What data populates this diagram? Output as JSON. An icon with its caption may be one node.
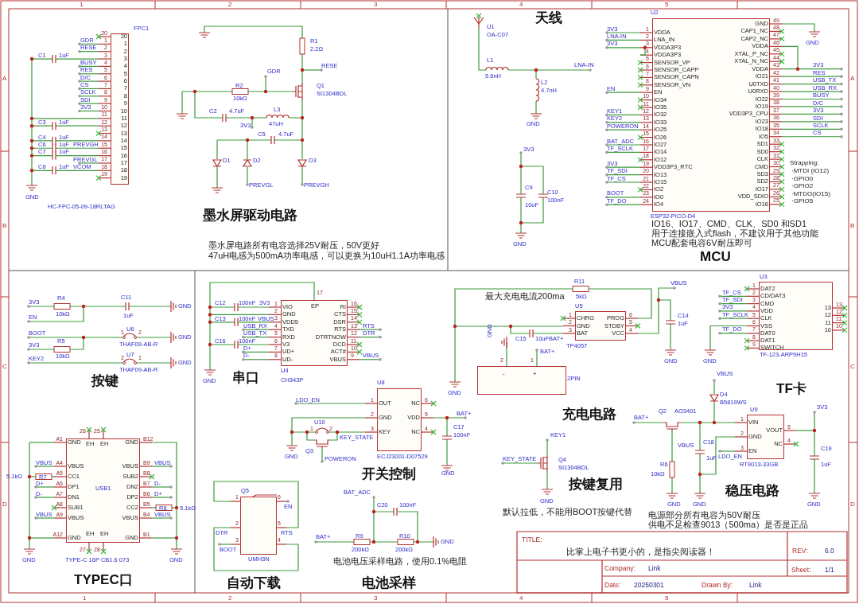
{
  "diagram": {
    "nodes": [
      {
        "text": [
          "FPC1",
          "20",
          "1",
          "2",
          "3",
          "4",
          "5",
          "6",
          "7",
          "8",
          "9",
          "10",
          "11",
          "12",
          "13",
          "14",
          "15",
          "16",
          "17",
          "18",
          "19",
          "HC-FPC-05-09-18RLTAG"
        ],
        "beside": [
          "20",
          "1",
          "2",
          "3",
          "4",
          "5",
          "6",
          "7",
          "8",
          "9",
          "10",
          "11",
          "12",
          "13",
          "14",
          "15",
          "16",
          "17",
          "18",
          "19"
        ]
      },
      {
        "text": [
          "U2",
          "VDDA",
          "LNA_IN",
          "VDDA3P3",
          "VDDA3P3",
          "SENSOR_VP",
          "SENSOR_CAPP",
          "SENSOR_CAPN",
          "SENSOR_VN",
          "EN",
          "IO34",
          "IO35",
          "IO32",
          "IO33",
          "IO25",
          "IO26",
          "IO27",
          "IO14",
          "IO12",
          "VDD3P3_RTC",
          "IO13",
          "IO15",
          "IO2",
          "IO0",
          "IO4",
          "GND",
          "CAP1_NC",
          "CAP2_NC",
          "VDDA",
          "XTAL_P_NC",
          "XTAL_N_NC",
          "VDDA",
          "IO21",
          "U0TXD",
          "U0RXD",
          "IO22",
          "IO19",
          "VDD3P3_CPU",
          "IO23",
          "IO18",
          "IO5",
          "SD1",
          "SD0",
          "CLK",
          "CMD",
          "SD3",
          "SD2",
          "IO17",
          "VDD_SDIO",
          "IO16",
          "ESP32-PICO-D4"
        ],
        "beside": [
          "1",
          "2",
          "3",
          "4",
          "5",
          "6",
          "7",
          "8",
          "9",
          "10",
          "11",
          "12",
          "13",
          "14",
          "15",
          "16",
          "17",
          "18",
          "19",
          "20",
          "21",
          "22",
          "23",
          "24",
          "49",
          "48",
          "47",
          "46",
          "45",
          "44",
          "43",
          "42",
          "41",
          "40",
          "39",
          "38",
          "37",
          "36",
          "35",
          "34",
          "33",
          "32",
          "31",
          "30",
          "29",
          "28",
          "27",
          "26",
          "25"
        ]
      },
      {
        "text": [
          "U4",
          "VIO",
          "GND",
          "VDD5",
          "TXD",
          "RXD",
          "V3",
          "UD+",
          "UD-",
          "RI",
          "CTS",
          "DSR",
          "RTS",
          "DTRTNOW",
          "DCD",
          "ACT#",
          "VBUS",
          "EP",
          "CH343P"
        ],
        "beside": [
          "1",
          "2",
          "3",
          "4",
          "5",
          "6",
          "7",
          "8",
          "16",
          "15",
          "14",
          "13",
          "12",
          "11",
          "10",
          "9",
          "17"
        ]
      },
      {
        "text": [
          "U8",
          "OUT",
          "GND",
          "KEY",
          "NC",
          "VDD",
          "NC",
          "1",
          "2",
          "3",
          "6",
          "5",
          "4",
          "ECJ23001-D07529"
        ]
      },
      {
        "text": [
          "USB1",
          "GND",
          "VBUS",
          "CC1",
          "DP1",
          "DN1",
          "SUB1",
          "VBUS",
          "GND",
          "GND",
          "VBUS",
          "SUB2",
          "DN2",
          "DP2",
          "CC2",
          "VBUS",
          "GND",
          "EH",
          "EH",
          "EH",
          "EH",
          "TYPE-C 16P CB1.6 073"
        ],
        "beside": [
          "A1",
          "A4",
          "A5",
          "A6",
          "A7",
          "A8",
          "A9",
          "A12",
          "B12",
          "B9",
          "B8",
          "B7",
          "B6",
          "B5",
          "B4",
          "B1",
          "26",
          "25",
          "27",
          "28"
        ]
      },
      {
        "text": [
          "Q5",
          "UMH3N"
        ],
        "beside": [
          "1",
          "2",
          "3",
          "6",
          "5",
          "4"
        ]
      },
      {
        "text": [
          "U5",
          "CHRG",
          "GND",
          "BAT",
          "PROG",
          "STDBY",
          "VCC",
          "1",
          "2",
          "3",
          "6",
          "5",
          "4",
          "TP4057"
        ]
      },
      {
        "text": [
          "-",
          "+"
        ],
        "beside": [
          "2PIN",
          "2",
          "1"
        ]
      },
      {
        "text": [
          "U3",
          "DAT2",
          "CD/DAT3",
          "CMD",
          "VDD",
          "CLK",
          "VSS",
          "DAT0",
          "DAT1",
          "SWITCH",
          "13",
          "12",
          "11",
          "10",
          "TF-123-ARP9H15"
        ],
        "beside": [
          "1",
          "2",
          "3",
          "4",
          "5",
          "6",
          "7",
          "8",
          "9",
          "13",
          "12",
          "11",
          "10"
        ]
      },
      {
        "text": [
          "U9",
          "VIN",
          "GND",
          "EN",
          "VOUT",
          "NC",
          "1",
          "2",
          "3",
          "5",
          "4",
          "RT9013-33GB"
        ]
      }
    ],
    "labels": [
      "1",
      "2",
      "3",
      "4",
      "5",
      "A",
      "B",
      "A",
      "B",
      "GDR",
      "RESE",
      "C1",
      "1uF",
      "BUSY",
      "RES",
      "D/C",
      "CS",
      "SCLK",
      "SDI",
      "3V3",
      "C3",
      "1uF",
      "C4",
      "1uF",
      "C6",
      "1uF",
      "PREVGH",
      "C7",
      "1uF",
      "PREVGL",
      "C8",
      "1uF",
      "VCOM",
      "GND",
      "R1",
      "2.2Ω",
      "RESE",
      "GDR",
      "Q1",
      "SI1304BDL",
      "R2",
      "10kΩ",
      "C2",
      "4.7uF",
      "L3",
      "47uH",
      "3V3",
      "C5",
      "4.7uF",
      "D1",
      "D2",
      "D3",
      "PREVGL",
      "PREVGH",
      "墨水屏驱动电路",
      "墨水屏电路所有电容选择25V耐压，50V更好",
      "47uH电感为500mA功率电感，可以更换为10uH1.1A功率电感",
      "天线",
      "U1",
      "OA-C07",
      "L1",
      "5.6nH",
      "LNA-IN",
      "L2",
      "4.7nH",
      "GND",
      "3V3",
      "C9",
      "10uF",
      "C10",
      "100nF",
      "GND",
      "3V3",
      "LNA-IN",
      "3V3",
      "EN",
      "KEY1",
      "KEY2",
      "POWERON",
      "BAT_ADC",
      "TF_SCLK",
      "3V3",
      "TF_SDI",
      "TF_CS",
      "BOOT",
      "TF_DO",
      "GND",
      "3V3",
      "RES",
      "USB_TX",
      "USB_RX",
      "BUSY",
      "D/C",
      "3V3",
      "SDI",
      "SCLK",
      "CS",
      "Strapping:",
      "·MTDI (IO12)",
      "·GPIO0",
      "·GPIO2",
      "·MTDO(IO15)",
      "·GPIO5",
      "IO16、IO17、CMD、CLK、SD0 和SD1",
      "用于连接嵌入式flash，不建议用于其他功能",
      "MCU配套电容6V耐压即可",
      "MCU",
      "C",
      "D",
      "C",
      "D",
      "3V3",
      "R4",
      "10kΩ",
      "C11",
      "1uF",
      "GND",
      "EN",
      "BOOT",
      "1",
      "U6",
      "2",
      "GND",
      "3V3",
      "R5",
      "THAF09-AB-R",
      "KEY2",
      "10kΩ",
      "2",
      "U7",
      "1",
      "GND",
      "THAF09-AB-R",
      "按键",
      "C12",
      "100nF",
      "3V3",
      "C13",
      "100nF",
      "VBUS",
      "USB_RX",
      "USB_TX",
      "RTS",
      "DTR",
      "C16",
      "100nF",
      "D+",
      "D-",
      "VBUS",
      "GND",
      "串口",
      "LDO_EN",
      "U10",
      "1",
      "2",
      "KEY_STATE",
      "GND",
      "Q3",
      "POWERON",
      "BAT+",
      "C17",
      "100nF",
      "GND",
      "开关控制",
      "VBUS",
      "5.1kΩ",
      "R7",
      "D+",
      "D-",
      "VBUS",
      "GND",
      "VBUS",
      "D-",
      "D+",
      "R8",
      "5.1kΩ",
      "VBUS",
      "GND",
      "TYPEC口",
      "EN",
      "DTR",
      "RTS",
      "BOOT",
      "自动下载",
      "BAT_ADC",
      "C20",
      "100nF",
      "BAT+",
      "R9",
      "200kΩ",
      "R10",
      "200kΩ",
      "GND",
      "电池电压采样电路，使用0.1%电阻",
      "电池采样",
      "R11",
      "最大充电电流200ma",
      "5kΩ",
      "VBUS",
      "C15",
      "10uF",
      "BAT+",
      "C14",
      "1uF",
      "GND",
      "BAT+",
      "GND",
      "GND",
      "充电电路",
      "TF_CS",
      "TF_SDI",
      "3V3",
      "TF_SCLK",
      "TF_DO",
      "GND",
      "KEY1",
      "KEY_STATE",
      "Q4",
      "SI1304BDL",
      "GND",
      "按键复用",
      "默认拉低，不能用BOOT按键代替",
      "VBUS",
      "D4",
      "TF卡",
      "B5819WS",
      "Q2",
      "AO3401",
      "3V3",
      "BAT+",
      "VBUS",
      "C18",
      "C19",
      "1uF",
      "LDO_EN",
      "R6",
      "1uF",
      "10kΩ",
      "稳压电路",
      "GND",
      "GND",
      "GND",
      "电源部分所有电容为50V耐压",
      "供电不足检查9013（500ma）是否是正品",
      "TITLE:",
      "比掌上电子书更小的，是指尖阅读器！",
      "REV:",
      "6.0",
      "Company:",
      "Link",
      "Sheet:",
      "1/1",
      "Date:",
      "20250301",
      "Drawn By:",
      "Link",
      "1",
      "2",
      "3",
      "4",
      "5"
    ]
  }
}
